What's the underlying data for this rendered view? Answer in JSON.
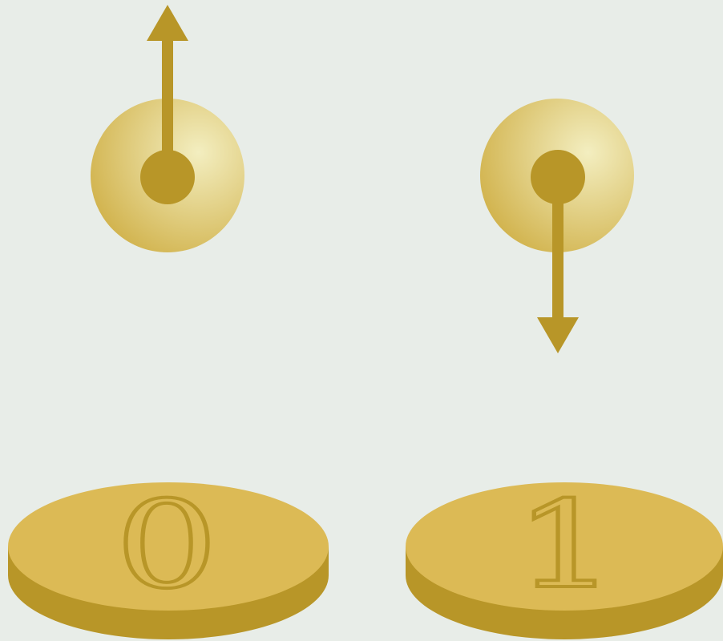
{
  "colors": {
    "background": "#e8ede8",
    "gold": "#b89628",
    "coin_top": "#dcba55",
    "coin_side": "#b89628",
    "sphere_center": "#f3eec0",
    "sphere_edge": "#d2b44f"
  },
  "spin_states": [
    {
      "name": "spin-up",
      "arrow_direction": "up",
      "icon": "spin-up-arrow-icon"
    },
    {
      "name": "spin-down",
      "arrow_direction": "down",
      "icon": "spin-down-arrow-icon"
    }
  ],
  "coins": [
    {
      "label": "0"
    },
    {
      "label": "1"
    }
  ]
}
